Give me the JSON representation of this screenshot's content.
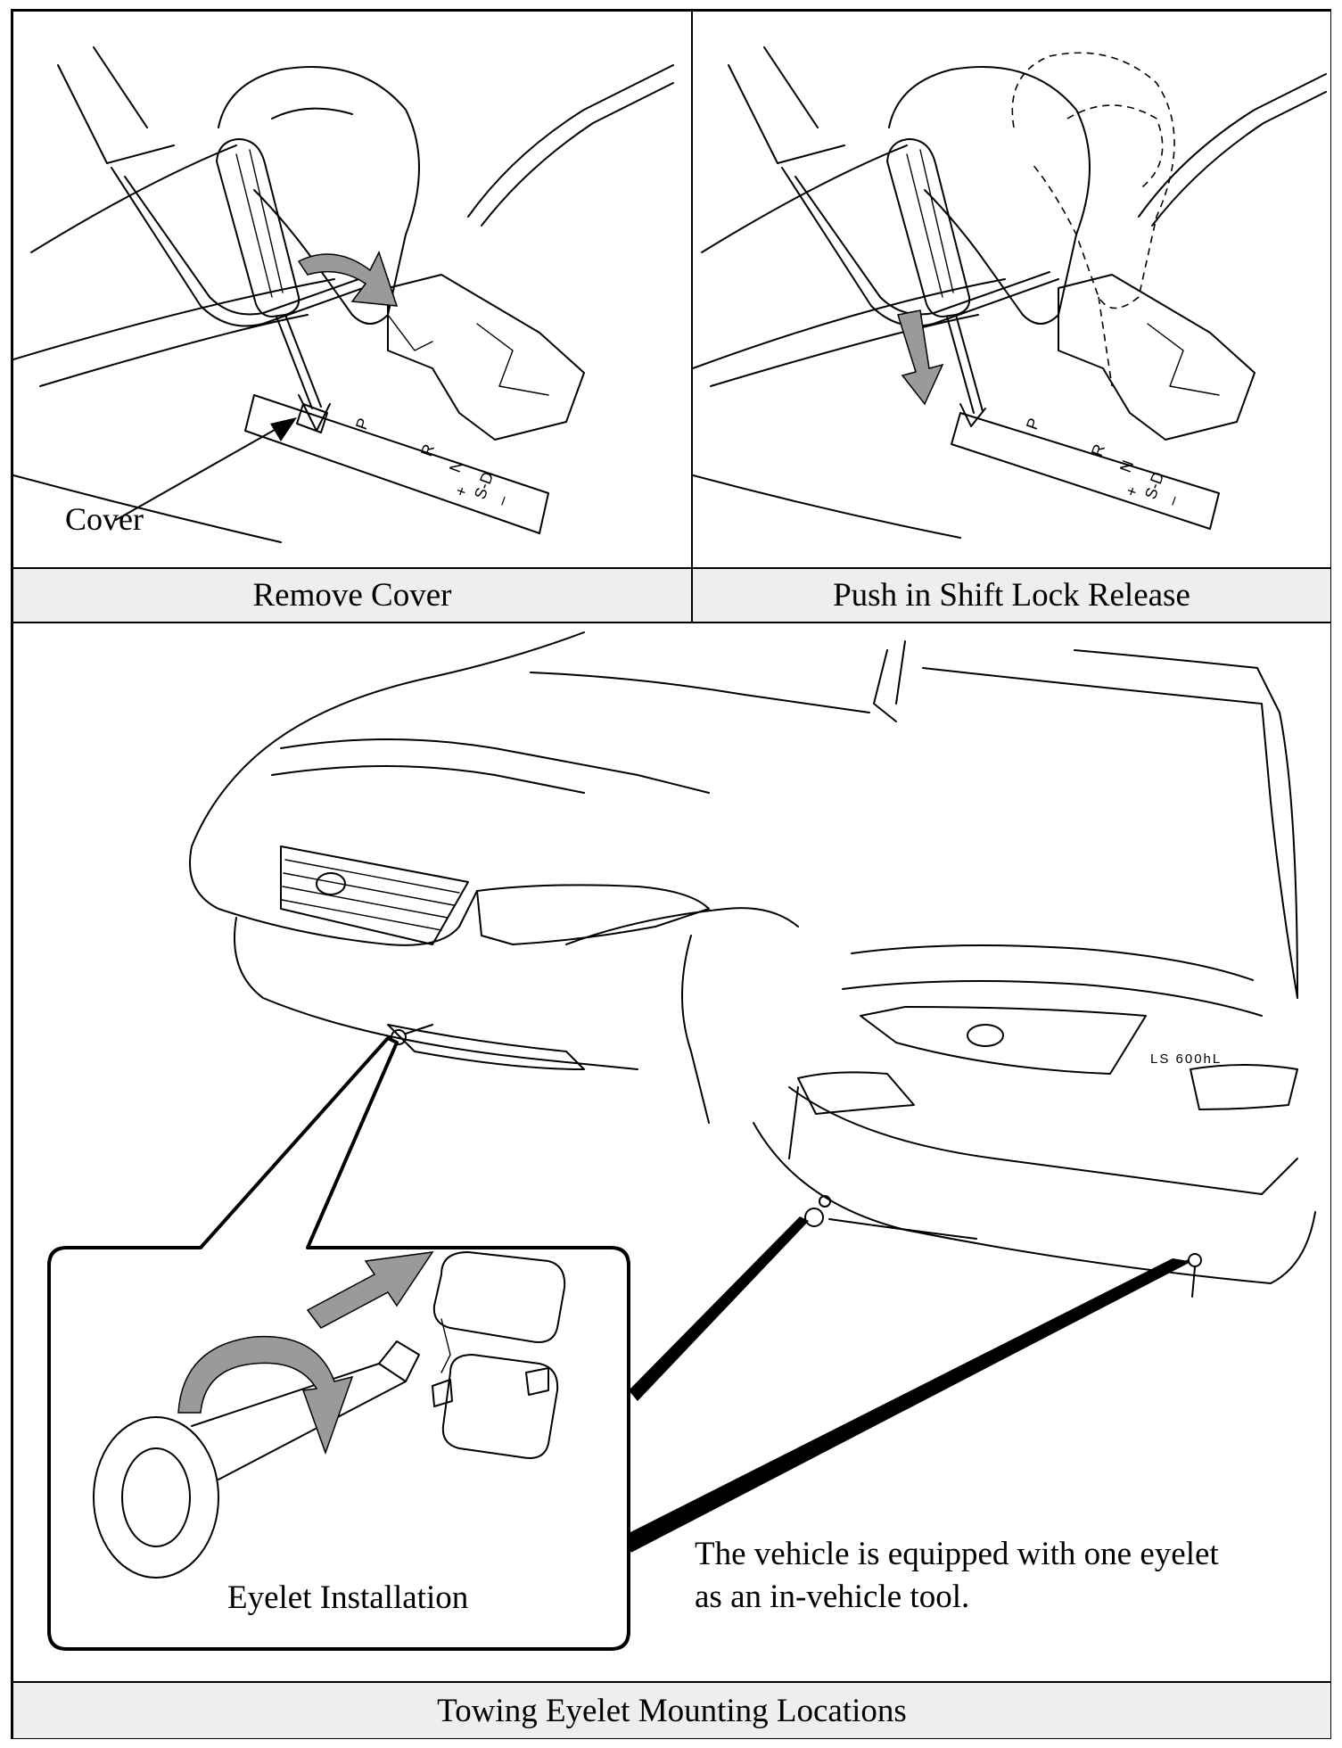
{
  "panels": {
    "remove_cover": {
      "caption": "Remove Cover",
      "label_cover": "Cover"
    },
    "push_release": {
      "caption": "Push in Shift Lock Release"
    },
    "towing": {
      "caption": "Towing Eyelet Mounting Locations",
      "inset_caption": "Eyelet Installation",
      "note_line1": "The vehicle is equipped with one eyelet",
      "note_line2": "as an in-vehicle tool."
    }
  },
  "gate_labels": {
    "p": "P",
    "r": "R",
    "n": "N",
    "sd": "S-D",
    "plus": "+",
    "minus": "–"
  },
  "badge": "LS 600hL",
  "colors": {
    "arrow_fill": "#9a9a9a",
    "caption_bg": "#eeeeee"
  }
}
